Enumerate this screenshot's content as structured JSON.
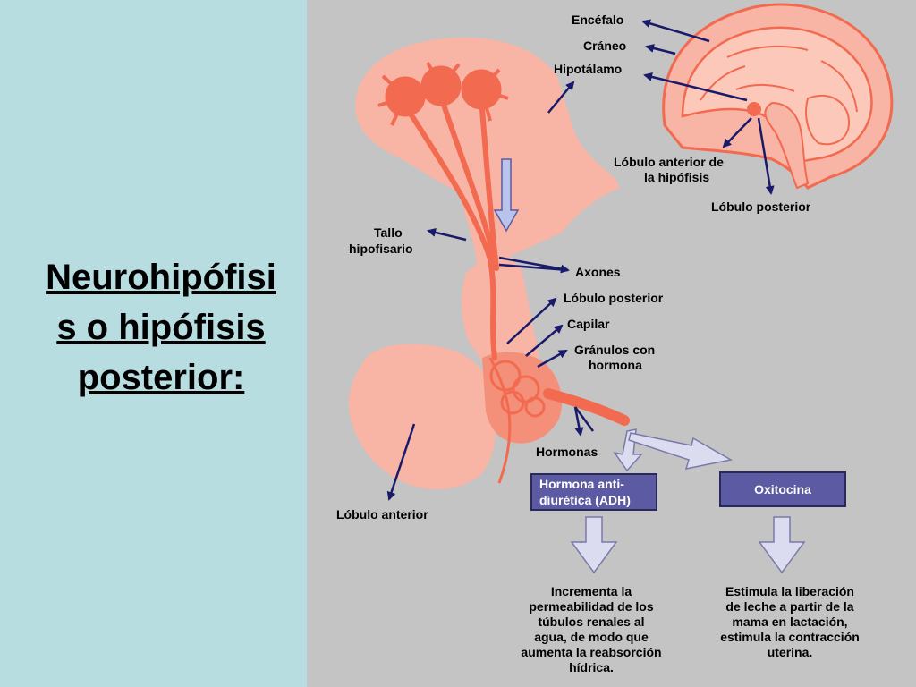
{
  "title": {
    "lines": [
      "Neurohipófisi",
      "s o hipófisis",
      "posterior:"
    ]
  },
  "colors": {
    "left_bg": "#b8dde1",
    "diagram_bg": "#c4c4c4",
    "tissue": "#f8b4a4",
    "tissue_dark": "#f26a4f",
    "arrow": "#1a1a6a",
    "box_fill": "#5c5aa2",
    "box_border": "#2a2a5a",
    "hollow_arrow_fill": "#dcdcf0"
  },
  "labels": {
    "encefalo": "Encéfalo",
    "craneo": "Cráneo",
    "hipotalamo": "Hipotálamo",
    "lobulo_anterior_hipofisis_1": "Lóbulo anterior de",
    "lobulo_anterior_hipofisis_2": "la hipófisis",
    "lobulo_posterior_top": "Lóbulo posterior",
    "tallo_1": "Tallo",
    "tallo_2": "hipofisario",
    "axones": "Axones",
    "lobulo_posterior_mid": "Lóbulo posterior",
    "capilar": "Capilar",
    "granulos_1": "Gránulos con",
    "granulos_2": "hormona",
    "hormonas": "Hormonas",
    "lobulo_anterior": "Lóbulo anterior"
  },
  "boxes": {
    "adh_1": "Hormona anti-",
    "adh_2": "diurética (ADH)",
    "oxitocina": "Oxitocina"
  },
  "effects": {
    "adh": [
      "Incrementa la",
      "permeabilidad de los",
      "túbulos renales al",
      "agua, de modo que",
      "aumenta la reabsorción",
      "hídrica."
    ],
    "oxitocina": [
      "Estimula la liberación",
      "de leche a partir de la",
      "mama en lactación,",
      "estimula la contracción",
      "uterina."
    ]
  }
}
